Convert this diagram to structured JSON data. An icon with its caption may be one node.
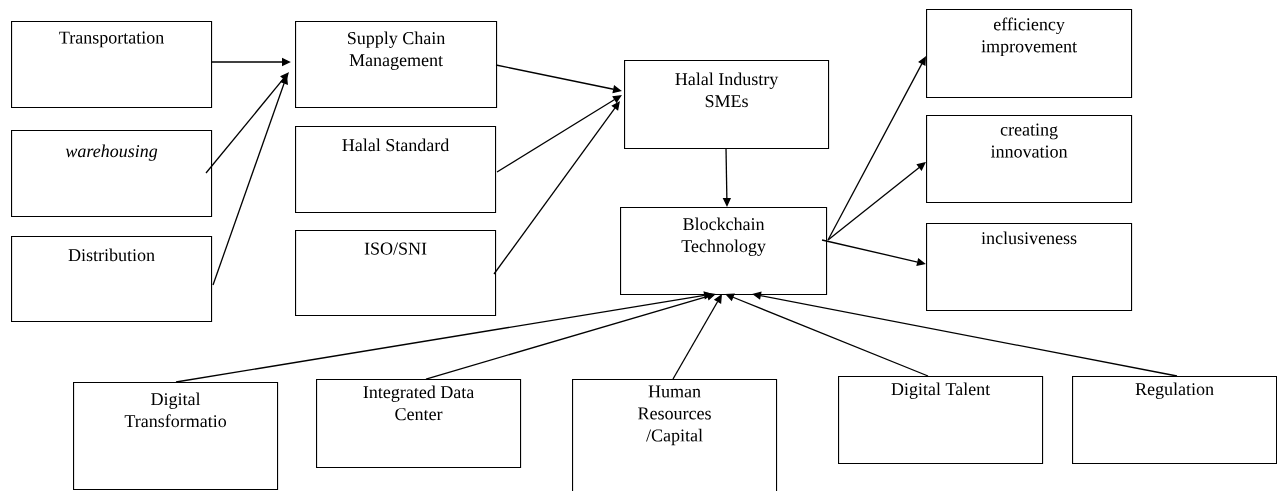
{
  "diagram": {
    "nodes": [
      {
        "text": [
          "Transportation"
        ]
      },
      {
        "text": [
          "warehousing"
        ]
      },
      {
        "text": [
          "Distribution"
        ]
      },
      {
        "text": [
          "Supply Chain Management"
        ]
      },
      {
        "text": [
          "Halal Standard"
        ]
      },
      {
        "text": [
          "ISO/SNI"
        ]
      },
      {
        "text": [
          "Halal Industry SMEs"
        ]
      },
      {
        "text": [
          "Blockchain Technology"
        ]
      },
      {
        "text": [
          "efficiency improvement"
        ]
      },
      {
        "text": [
          "creating innovation"
        ]
      },
      {
        "text": [
          "inclusiveness"
        ]
      },
      {
        "text": [
          "Digital Transformatio"
        ]
      },
      {
        "text": [
          "Integrated Data Center"
        ]
      },
      {
        "text": [
          "Human Resources /Capital"
        ]
      },
      {
        "text": [
          "Digital Talent"
        ]
      },
      {
        "text": [
          "Regulation"
        ]
      }
    ],
    "edges": [
      {
        "from": 0,
        "to": 3,
        "arrow": "to"
      },
      {
        "from": 1,
        "to": 3,
        "arrow": "to"
      },
      {
        "from": 2,
        "to": 3,
        "arrow": "to"
      },
      {
        "from": 3,
        "to": 6,
        "arrow": "to"
      },
      {
        "from": 4,
        "to": 6,
        "arrow": "to"
      },
      {
        "from": 5,
        "to": 6,
        "arrow": "to"
      },
      {
        "from": 6,
        "to": 7,
        "arrow": "to"
      },
      {
        "from": 7,
        "to": 8,
        "arrow": "to"
      },
      {
        "from": 7,
        "to": 9,
        "arrow": "to"
      },
      {
        "from": 7,
        "to": 10,
        "arrow": "to"
      },
      {
        "from": 11,
        "to": 7,
        "arrow": "to"
      },
      {
        "from": 12,
        "to": 7,
        "arrow": "to"
      },
      {
        "from": 13,
        "to": 7,
        "arrow": "to"
      },
      {
        "from": 14,
        "to": 7,
        "arrow": "to"
      },
      {
        "from": 15,
        "to": 7,
        "arrow": "to"
      }
    ]
  }
}
